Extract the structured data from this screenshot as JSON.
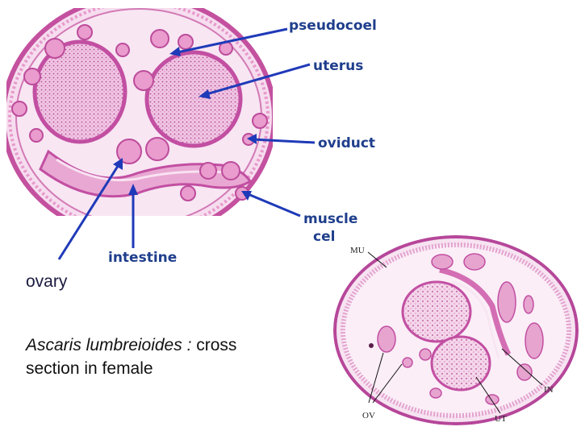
{
  "labels": {
    "pseudocoel": "pseudocoel",
    "uterus": "uterus",
    "oviduct": "oviduct",
    "muscle": "muscle",
    "cell": "cel",
    "intestine": "intestine",
    "ovary": "ovary"
  },
  "caption": {
    "species": "Ascaris lumbreioides :",
    "rest_line1": " cross",
    "line2": "section in female"
  },
  "micrograph_labels": {
    "mu": "MU",
    "in": "IN",
    "ov": "OV",
    "ut": "UT"
  },
  "colors": {
    "arrow": "#1f3ab8",
    "label": "#1f3e8c",
    "tissue_light": "#f3c6e6",
    "tissue_dark": "#c24fa2"
  }
}
